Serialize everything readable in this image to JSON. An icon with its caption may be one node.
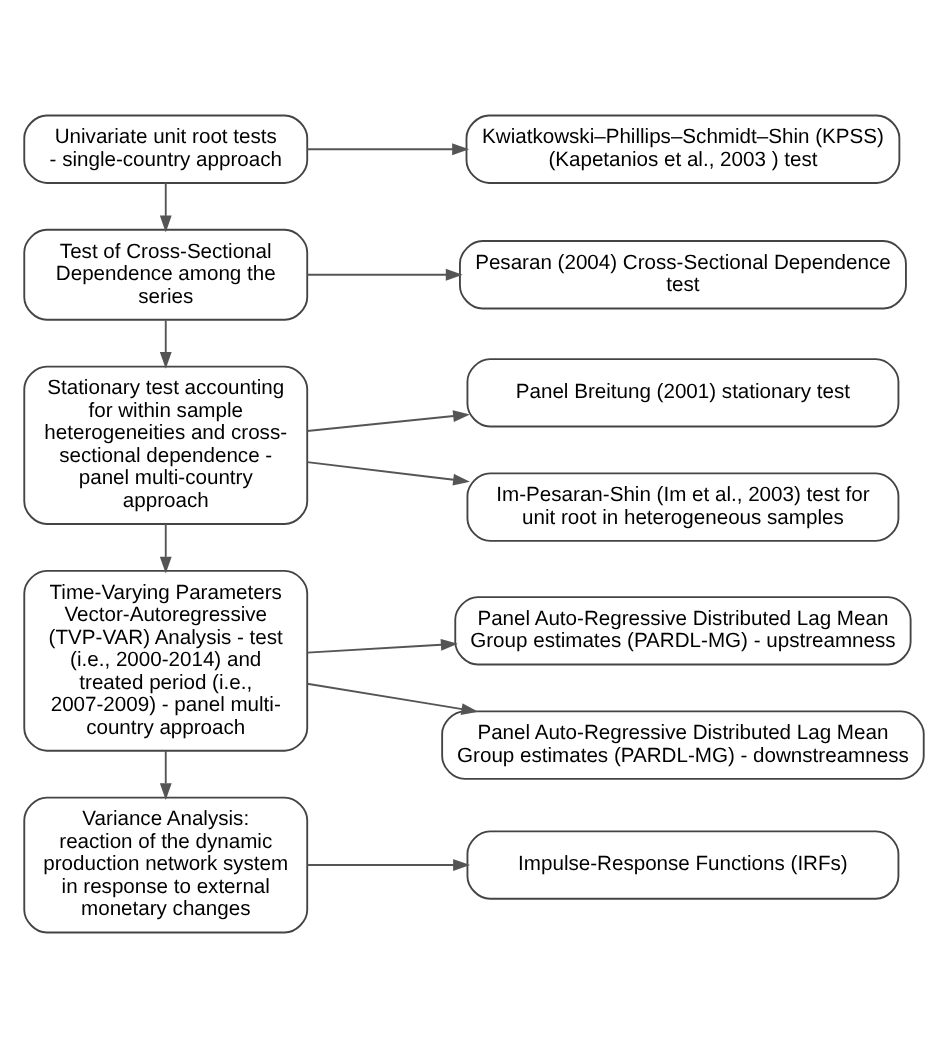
{
  "diagram": {
    "nodes": [
      {
        "text": [
          "Univariate unit root tests - single-country approach"
        ]
      },
      {
        "text": [
          "Kwiatkowski–Phillips–Schmidt–Shin (KPSS) (Kapetanios et al., 2003 ) test"
        ]
      },
      {
        "text": [
          "Test of Cross-Sectional Dependence among the series"
        ]
      },
      {
        "text": [
          "Pesaran (2004) Cross-Sectional Dependence test"
        ]
      },
      {
        "text": [
          "Stationary test accounting for within sample heterogeneities and cross-sectional dependence - panel multi-country approach"
        ]
      },
      {
        "text": [
          "Panel Breitung (2001) stationary test"
        ]
      },
      {
        "text": [
          "Im-Pesaran-Shin (Im et al., 2003) test for unit root in heterogeneous samples"
        ]
      },
      {
        "text": [
          "Time-Varying Parameters Vector-Autoregressive (TVP-VAR) Analysis - test (i.e., 2000-2014) and treated period (i.e., 2007-2009) - panel multi-country approach"
        ]
      },
      {
        "text": [
          "Panel Auto-Regressive Distributed Lag Mean Group estimates (PARDL-MG) - upstreamness"
        ]
      },
      {
        "text": [
          "Panel Auto-Regressive Distributed Lag Mean Group estimates (PARDL-MG) - downstreamness"
        ]
      },
      {
        "text": [
          "Variance Analysis: reaction of the dynamic production network system in response to external monetary changes"
        ]
      },
      {
        "text": [
          "Impulse-Response Functions (IRFs)"
        ]
      }
    ],
    "edges": [
      {
        "from": 0,
        "to": 1,
        "arrow": "to"
      },
      {
        "from": 0,
        "to": 2,
        "arrow": "to"
      },
      {
        "from": 2,
        "to": 3,
        "arrow": "to"
      },
      {
        "from": 2,
        "to": 4,
        "arrow": "to"
      },
      {
        "from": 4,
        "to": 5,
        "arrow": "to"
      },
      {
        "from": 4,
        "to": 6,
        "arrow": "to"
      },
      {
        "from": 4,
        "to": 7,
        "arrow": "to"
      },
      {
        "from": 7,
        "to": 8,
        "arrow": "to"
      },
      {
        "from": 7,
        "to": 9,
        "arrow": "to"
      },
      {
        "from": 7,
        "to": 10,
        "arrow": "to"
      },
      {
        "from": 10,
        "to": 11,
        "arrow": "to"
      }
    ]
  }
}
